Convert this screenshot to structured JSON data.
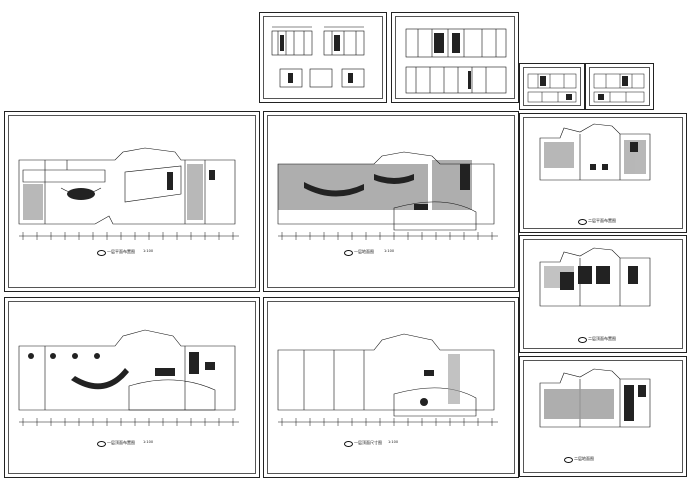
{
  "sheets": {
    "plan_1": {
      "title": "一层平面布置图",
      "scale": "1:100"
    },
    "plan_2": {
      "title": "一层地面图",
      "scale": "1:100"
    },
    "plan_3": {
      "title": "一层顶面布置图",
      "scale": "1:100"
    },
    "plan_4": {
      "title": "一层顶面尺寸图",
      "scale": "1:100"
    },
    "plan_5": {
      "title": "二层平面布置图",
      "scale": ""
    },
    "plan_6": {
      "title": "二层顶面布置图",
      "scale": ""
    },
    "plan_7": {
      "title": "二层地面图",
      "scale": ""
    }
  },
  "colors": {
    "line": "#111111",
    "fill_dark": "#222222",
    "hatch": "#9a9a9a"
  }
}
